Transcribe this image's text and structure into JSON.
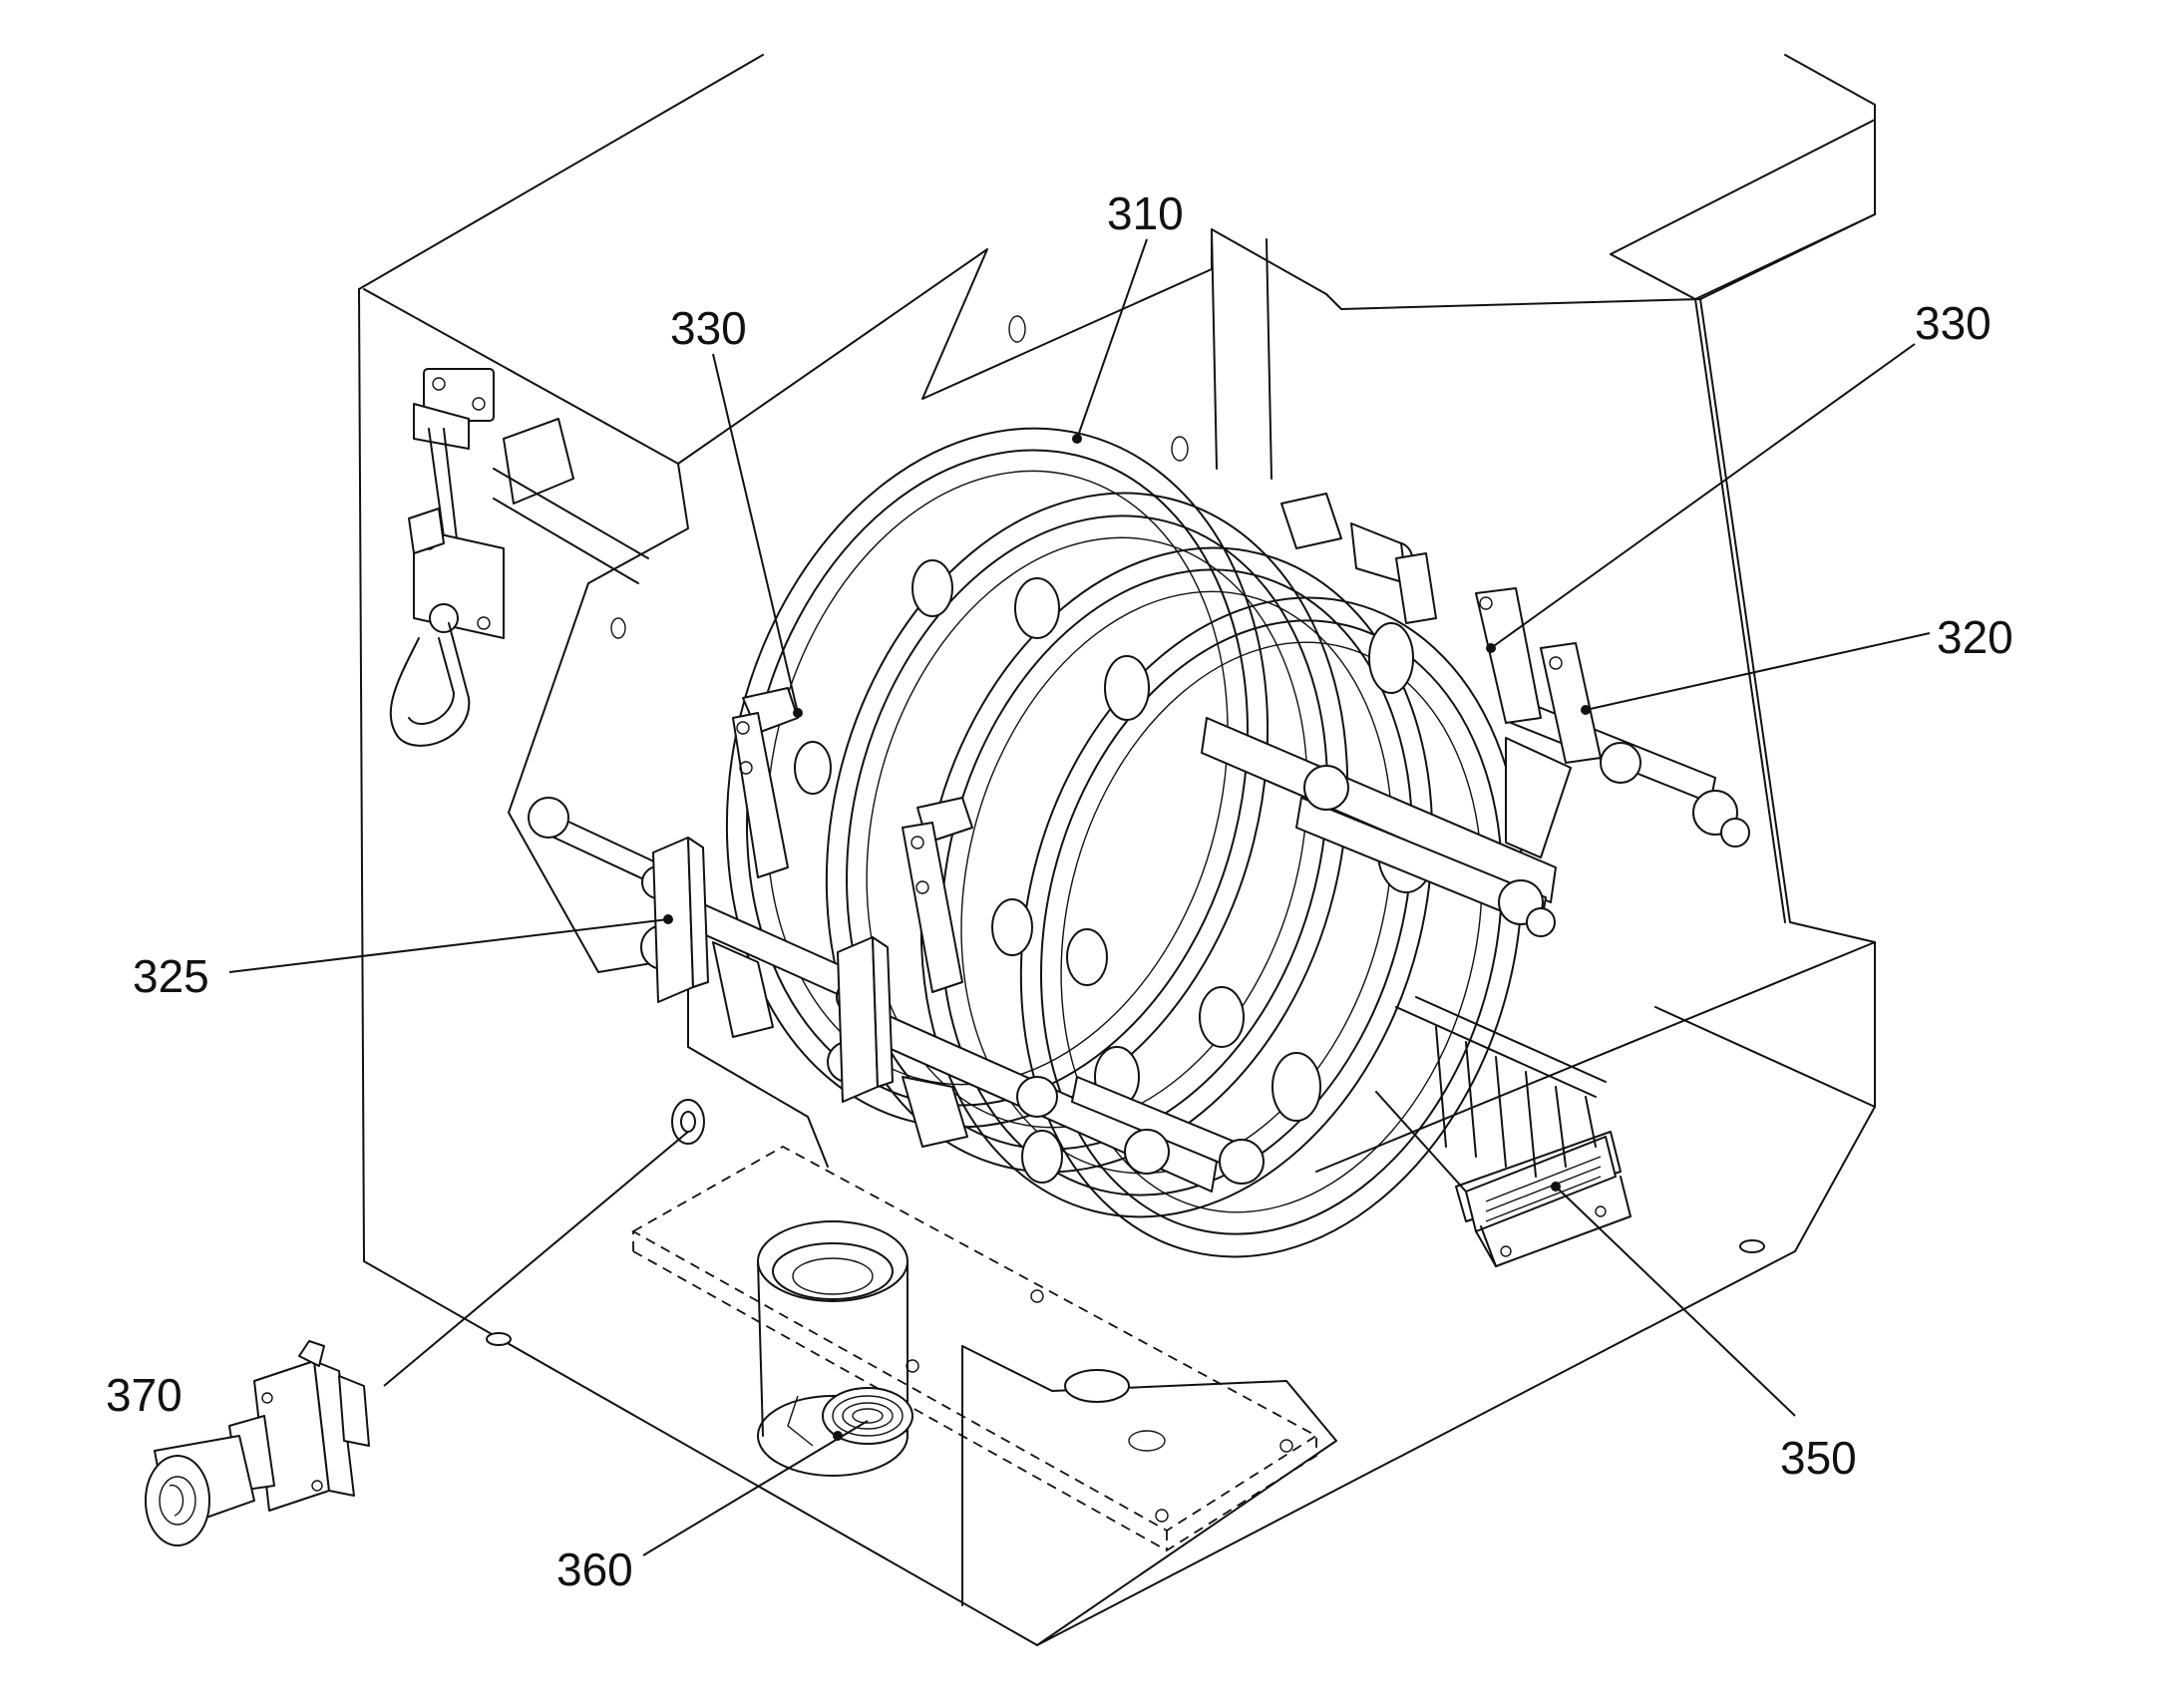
{
  "figure": {
    "labels": [
      {
        "id": "ref-310",
        "text": "310"
      },
      {
        "id": "ref-330-left",
        "text": "330"
      },
      {
        "id": "ref-330-right",
        "text": "330"
      },
      {
        "id": "ref-320",
        "text": "320"
      },
      {
        "id": "ref-325",
        "text": "325"
      },
      {
        "id": "ref-370",
        "text": "370"
      },
      {
        "id": "ref-350",
        "text": "350"
      },
      {
        "id": "ref-360",
        "text": "360"
      }
    ]
  },
  "colors": {
    "line": "#111111",
    "background": "#ffffff"
  }
}
